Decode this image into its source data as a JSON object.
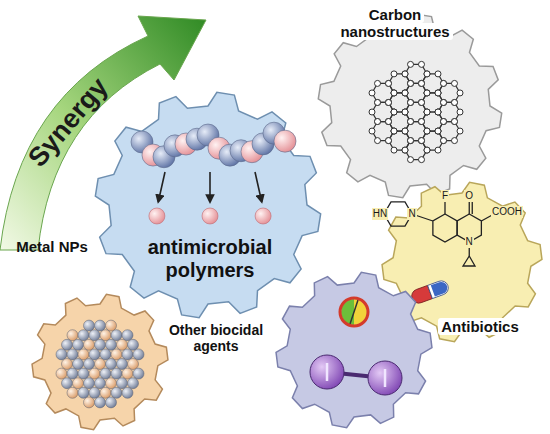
{
  "diagram": {
    "nodes": [
      {
        "text": [
          "Carbon nanostructures"
        ]
      },
      {
        "text": [
          "antimicrobial polymers"
        ]
      },
      {
        "text": [
          "Antibiotics"
        ]
      },
      {
        "text": [
          "Metal NPs"
        ]
      },
      {
        "text": [
          "Other biocidal agents"
        ]
      }
    ],
    "labels": [
      "Synergy",
      "HN",
      "N",
      "F",
      "O",
      "COOH",
      "N"
    ]
  }
}
